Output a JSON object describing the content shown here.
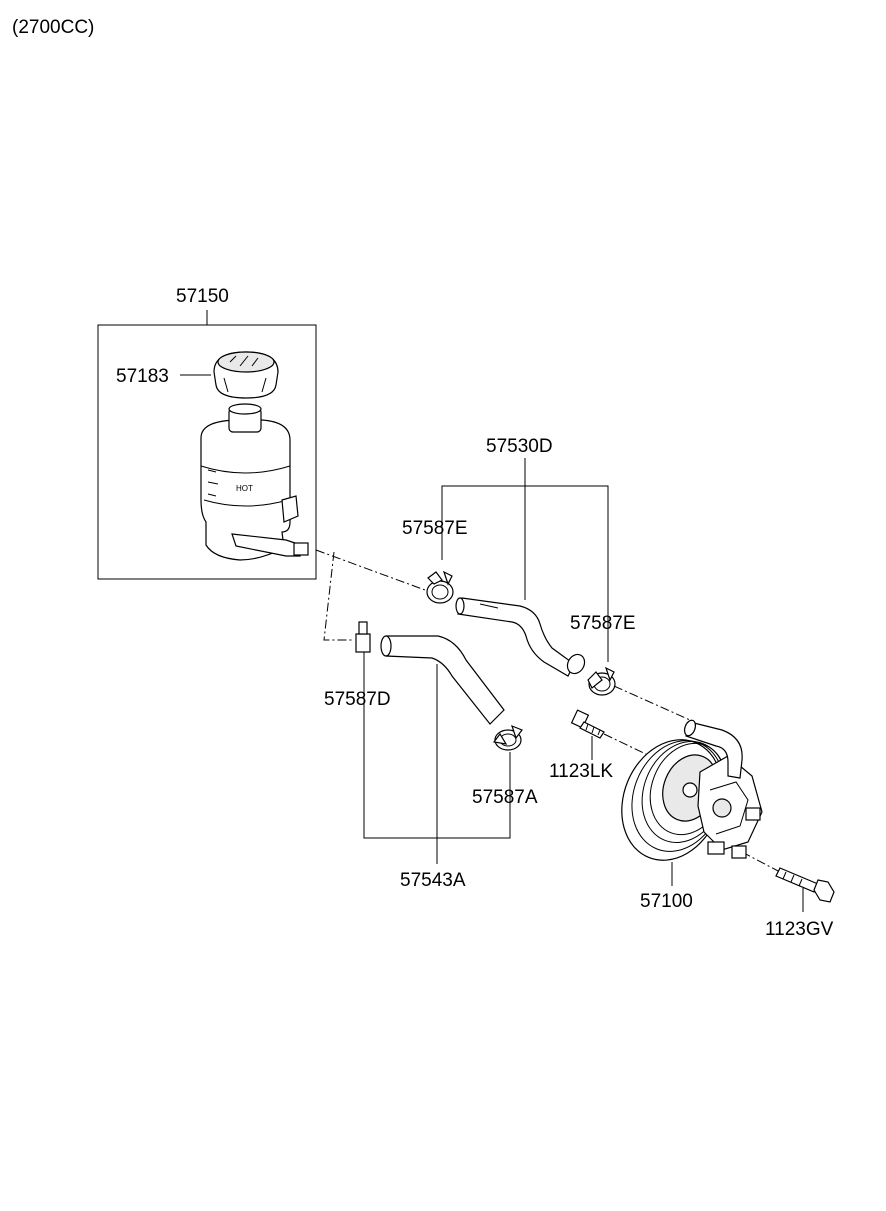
{
  "header": {
    "engine_note": "(2700CC)"
  },
  "parts": {
    "reservoir_assy": "57150",
    "reservoir_cap": "57183",
    "suction_hose": "57530D",
    "clamp_e_upper": "57587E",
    "clamp_e_lower": "57587E",
    "clamp_d": "57587D",
    "return_hose": "57543A",
    "clamp_a": "57587A",
    "bolt_lk": "1123LK",
    "pump": "57100",
    "bolt_gv": "1123GV"
  },
  "reservoir_markings": {
    "hot": "HOT"
  }
}
